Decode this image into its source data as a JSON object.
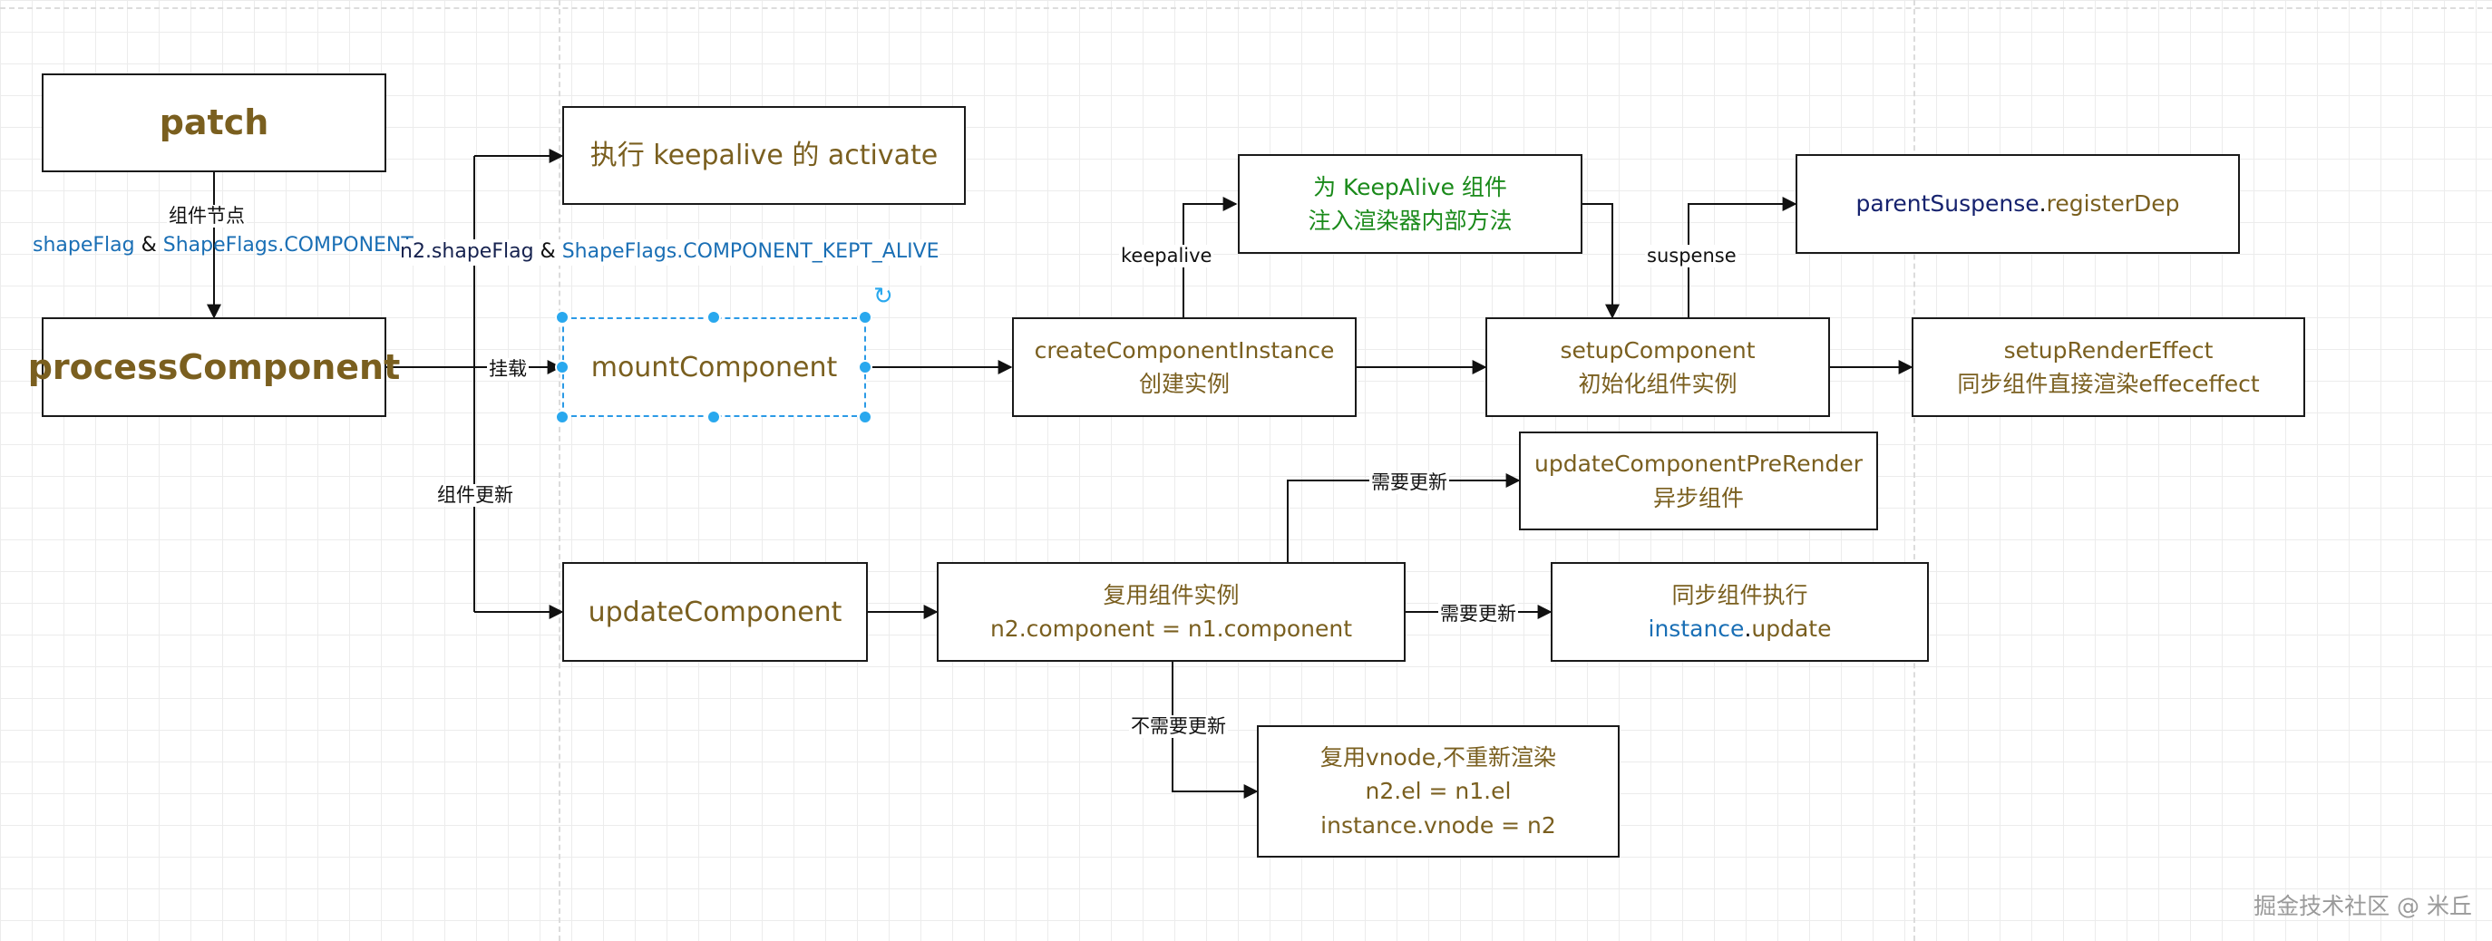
{
  "nodes": {
    "patch": "patch",
    "process": "processComponent",
    "keepalive_activate": "执行 keepalive 的 activate",
    "mount": "mountComponent",
    "update": "updateComponent",
    "keepalive_inject": [
      "为 KeepAlive 组件",
      "注入渲染器内部方法"
    ],
    "create_instance": [
      "createComponentInstance",
      "创建实例"
    ],
    "setup": [
      "setupComponent",
      "初始化组件实例"
    ],
    "parent_suspense": {
      "obj": "parentSuspense",
      "dot": ".",
      "method": "registerDep"
    },
    "render_effect": [
      "setupRenderEffect",
      "同步组件直接渲染effeceffect"
    ],
    "pre_render": [
      "updateComponentPreRender",
      "异步组件"
    ],
    "reuse_instance": [
      "复用组件实例",
      "n2.component = n1.component"
    ],
    "sync_exec": {
      "line1": "同步组件执行",
      "obj": "instance",
      "dot": ".",
      "method": "update"
    },
    "reuse_vnode": [
      "复用vnode,不重新渲染",
      "n2.el = n1.el",
      "instance.vnode = n2"
    ]
  },
  "labels": {
    "component_node": "组件节点",
    "cond1": {
      "a": "shapeFlag",
      "amp": " & ",
      "b": "ShapeFlags.COMPONENT"
    },
    "cond2": {
      "a": "n2.shapeFlag",
      "amp": " & ",
      "b": "ShapeFlags.COMPONENT_KEPT_ALIVE"
    },
    "mount": "挂载",
    "update": "组件更新",
    "keepalive": "keepalive",
    "suspense": "suspense",
    "need_update": "需要更新",
    "no_update": "不需要更新"
  },
  "watermark": "掘金技术社区 @ 米丘"
}
